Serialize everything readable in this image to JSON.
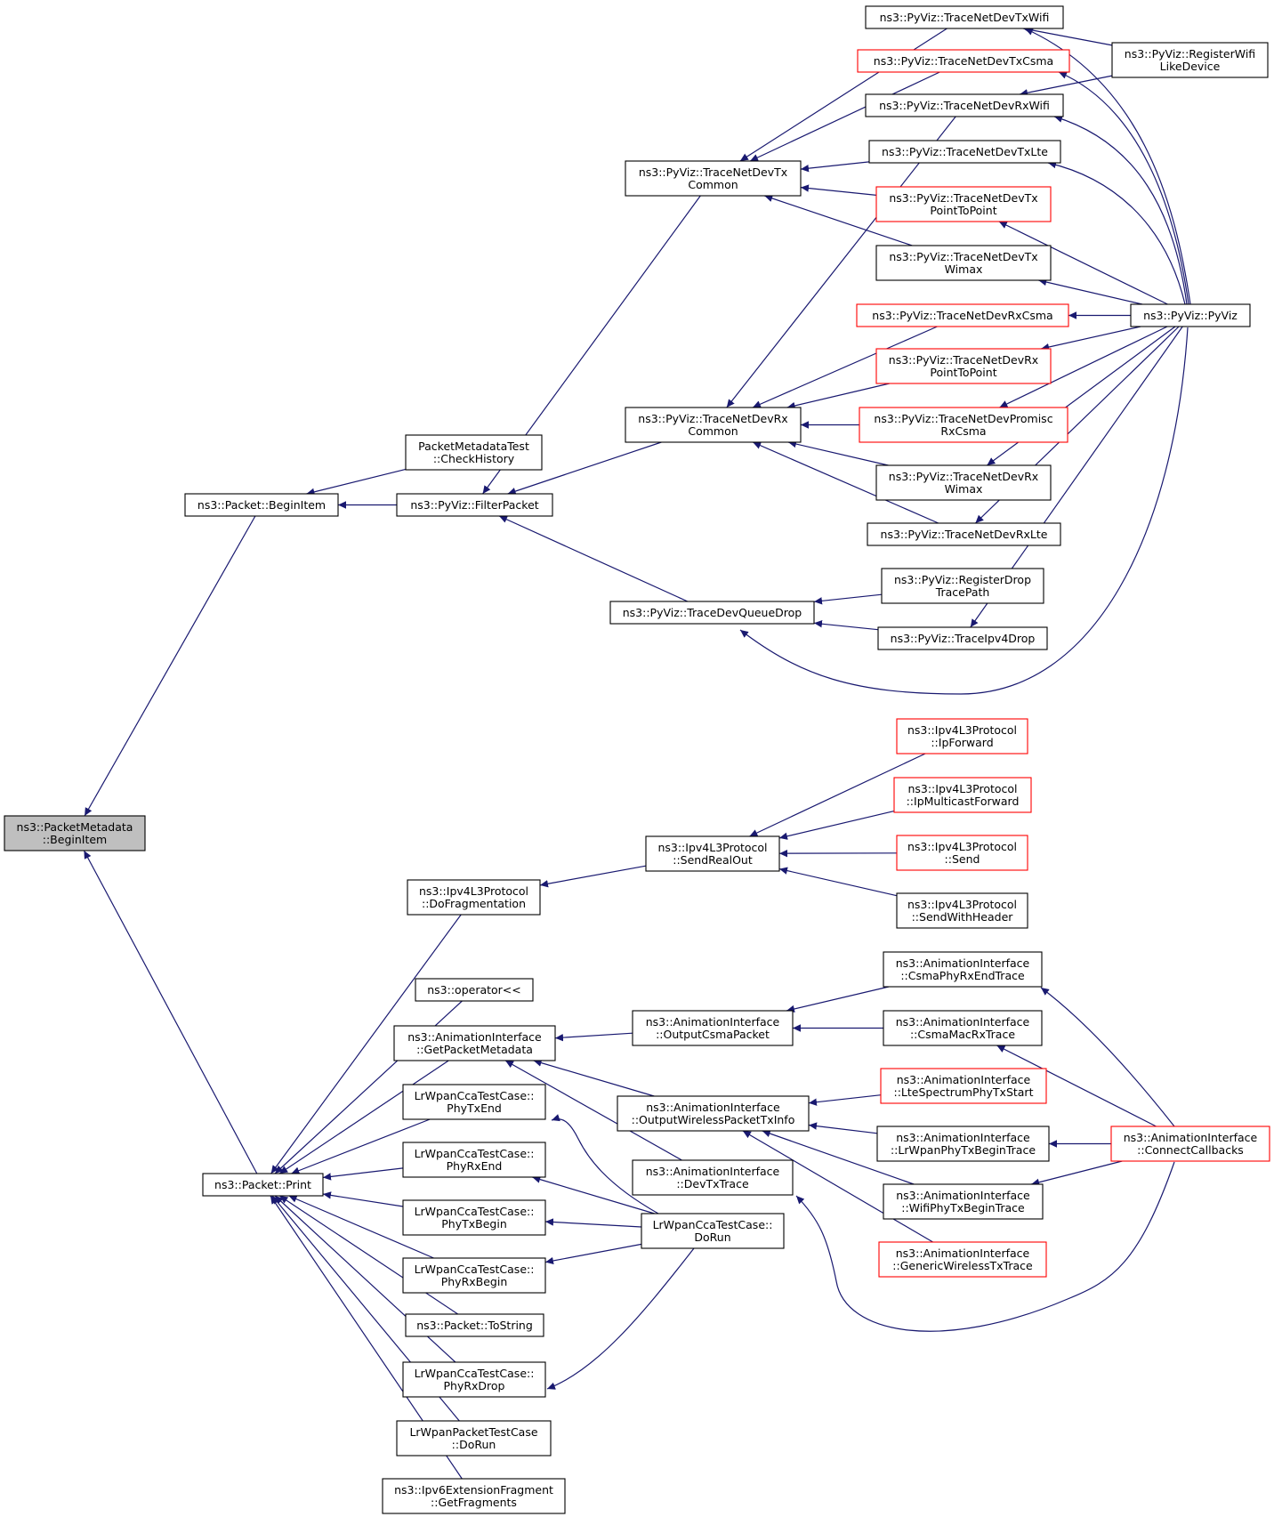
{
  "graph": {
    "title": "",
    "colors": {
      "edge": "#191970",
      "normal_border": "#000000",
      "red_border": "#ff0000",
      "root_fill": "#bfbfbf"
    },
    "nodes": [
      {
        "id": "root",
        "lines": [
          "ns3::PacketMetadata",
          "::BeginItem"
        ],
        "style": "root"
      },
      {
        "id": "beginitem",
        "lines": [
          "ns3::Packet::BeginItem"
        ],
        "style": "normal"
      },
      {
        "id": "print",
        "lines": [
          "ns3::Packet::Print"
        ],
        "style": "normal"
      },
      {
        "id": "checkhistory",
        "lines": [
          "PacketMetadataTest",
          "::CheckHistory"
        ],
        "style": "normal"
      },
      {
        "id": "filterpacket",
        "lines": [
          "ns3::PyViz::FilterPacket"
        ],
        "style": "normal"
      },
      {
        "id": "txcommon",
        "lines": [
          "ns3::PyViz::TraceNetDevTx",
          "Common"
        ],
        "style": "normal"
      },
      {
        "id": "rxcommon",
        "lines": [
          "ns3::PyViz::TraceNetDevRx",
          "Common"
        ],
        "style": "normal"
      },
      {
        "id": "queuedrop",
        "lines": [
          "ns3::PyViz::TraceDevQueueDrop"
        ],
        "style": "normal"
      },
      {
        "id": "txwifi",
        "lines": [
          "ns3::PyViz::TraceNetDevTxWifi"
        ],
        "style": "normal"
      },
      {
        "id": "txcsma",
        "lines": [
          "ns3::PyViz::TraceNetDevTxCsma"
        ],
        "style": "red"
      },
      {
        "id": "rxwifi",
        "lines": [
          "ns3::PyViz::TraceNetDevRxWifi"
        ],
        "style": "normal"
      },
      {
        "id": "txlte",
        "lines": [
          "ns3::PyViz::TraceNetDevTxLte"
        ],
        "style": "normal"
      },
      {
        "id": "txp2p",
        "lines": [
          "ns3::PyViz::TraceNetDevTx",
          "PointToPoint"
        ],
        "style": "red"
      },
      {
        "id": "txwimax",
        "lines": [
          "ns3::PyViz::TraceNetDevTx",
          "Wimax"
        ],
        "style": "normal"
      },
      {
        "id": "rxcsma",
        "lines": [
          "ns3::PyViz::TraceNetDevRxCsma"
        ],
        "style": "red"
      },
      {
        "id": "rxp2p",
        "lines": [
          "ns3::PyViz::TraceNetDevRx",
          "PointToPoint"
        ],
        "style": "red"
      },
      {
        "id": "promisc",
        "lines": [
          "ns3::PyViz::TraceNetDevPromisc",
          "RxCsma"
        ],
        "style": "red"
      },
      {
        "id": "rxwimax",
        "lines": [
          "ns3::PyViz::TraceNetDevRx",
          "Wimax"
        ],
        "style": "normal"
      },
      {
        "id": "rxlte",
        "lines": [
          "ns3::PyViz::TraceNetDevRxLte"
        ],
        "style": "normal"
      },
      {
        "id": "regdrop",
        "lines": [
          "ns3::PyViz::RegisterDrop",
          "TracePath"
        ],
        "style": "normal"
      },
      {
        "id": "ipv4drop",
        "lines": [
          "ns3::PyViz::TraceIpv4Drop"
        ],
        "style": "normal"
      },
      {
        "id": "regwifi",
        "lines": [
          "ns3::PyViz::RegisterWifi",
          "LikeDevice"
        ],
        "style": "normal"
      },
      {
        "id": "pyviz",
        "lines": [
          "ns3::PyViz::PyViz"
        ],
        "style": "normal"
      },
      {
        "id": "ipforward",
        "lines": [
          "ns3::Ipv4L3Protocol",
          "::IpForward"
        ],
        "style": "red"
      },
      {
        "id": "ipmcast",
        "lines": [
          "ns3::Ipv4L3Protocol",
          "::IpMulticastForward"
        ],
        "style": "red"
      },
      {
        "id": "send",
        "lines": [
          "ns3::Ipv4L3Protocol",
          "::Send"
        ],
        "style": "red"
      },
      {
        "id": "sendwh",
        "lines": [
          "ns3::Ipv4L3Protocol",
          "::SendWithHeader"
        ],
        "style": "normal"
      },
      {
        "id": "sendrealout",
        "lines": [
          "ns3::Ipv4L3Protocol",
          "::SendRealOut"
        ],
        "style": "normal"
      },
      {
        "id": "dofrag",
        "lines": [
          "ns3::Ipv4L3Protocol",
          "::DoFragmentation"
        ],
        "style": "normal"
      },
      {
        "id": "operator",
        "lines": [
          "ns3::operator<<"
        ],
        "style": "normal"
      },
      {
        "id": "getpm",
        "lines": [
          "ns3::AnimationInterface",
          "::GetPacketMetadata"
        ],
        "style": "normal"
      },
      {
        "id": "phytxend",
        "lines": [
          "LrWpanCcaTestCase::",
          "PhyTxEnd"
        ],
        "style": "normal"
      },
      {
        "id": "phyrxend",
        "lines": [
          "LrWpanCcaTestCase::",
          "PhyRxEnd"
        ],
        "style": "normal"
      },
      {
        "id": "phytxbegin",
        "lines": [
          "LrWpanCcaTestCase::",
          "PhyTxBegin"
        ],
        "style": "normal"
      },
      {
        "id": "phyrxbegin",
        "lines": [
          "LrWpanCcaTestCase::",
          "PhyRxBegin"
        ],
        "style": "normal"
      },
      {
        "id": "tostring",
        "lines": [
          "ns3::Packet::ToString"
        ],
        "style": "normal"
      },
      {
        "id": "phyrxdrop",
        "lines": [
          "LrWpanCcaTestCase::",
          "PhyRxDrop"
        ],
        "style": "normal"
      },
      {
        "id": "lrpkt",
        "lines": [
          "LrWpanPacketTestCase",
          "::DoRun"
        ],
        "style": "normal"
      },
      {
        "id": "getfrag",
        "lines": [
          "ns3::Ipv6ExtensionFragment",
          "::GetFragments"
        ],
        "style": "normal"
      },
      {
        "id": "ocsma",
        "lines": [
          "ns3::AnimationInterface",
          "::OutputCsmaPacket"
        ],
        "style": "normal"
      },
      {
        "id": "owifi",
        "lines": [
          "ns3::AnimationInterface",
          "::OutputWirelessPacketTxInfo"
        ],
        "style": "normal"
      },
      {
        "id": "devtx",
        "lines": [
          "ns3::AnimationInterface",
          "::DevTxTrace"
        ],
        "style": "normal"
      },
      {
        "id": "ccadorun",
        "lines": [
          "LrWpanCcaTestCase::",
          "DoRun"
        ],
        "style": "normal"
      },
      {
        "id": "csmarxend",
        "lines": [
          "ns3::AnimationInterface",
          "::CsmaPhyRxEndTrace"
        ],
        "style": "normal"
      },
      {
        "id": "csmamac",
        "lines": [
          "ns3::AnimationInterface",
          "::CsmaMacRxTrace"
        ],
        "style": "normal"
      },
      {
        "id": "ltestart",
        "lines": [
          "ns3::AnimationInterface",
          "::LteSpectrumPhyTxStart"
        ],
        "style": "red"
      },
      {
        "id": "lrwpanbegin",
        "lines": [
          "ns3::AnimationInterface",
          "::LrWpanPhyTxBeginTrace"
        ],
        "style": "normal"
      },
      {
        "id": "wifibegin",
        "lines": [
          "ns3::AnimationInterface",
          "::WifiPhyTxBeginTrace"
        ],
        "style": "normal"
      },
      {
        "id": "generic",
        "lines": [
          "ns3::AnimationInterface",
          "::GenericWirelessTxTrace"
        ],
        "style": "red"
      },
      {
        "id": "connect",
        "lines": [
          "ns3::AnimationInterface",
          "::ConnectCallbacks"
        ],
        "style": "red"
      }
    ],
    "edges": [
      [
        "beginitem",
        "root"
      ],
      [
        "print",
        "root"
      ],
      [
        "checkhistory",
        "beginitem"
      ],
      [
        "filterpacket",
        "beginitem"
      ],
      [
        "txcommon",
        "filterpacket"
      ],
      [
        "rxcommon",
        "filterpacket"
      ],
      [
        "queuedrop",
        "filterpacket"
      ],
      [
        "txwifi",
        "txcommon"
      ],
      [
        "txcsma",
        "txcommon"
      ],
      [
        "txlte",
        "txcommon"
      ],
      [
        "txp2p",
        "txcommon"
      ],
      [
        "txwimax",
        "txcommon"
      ],
      [
        "rxwifi",
        "rxcommon"
      ],
      [
        "rxcsma",
        "rxcommon"
      ],
      [
        "rxp2p",
        "rxcommon"
      ],
      [
        "promisc",
        "rxcommon"
      ],
      [
        "rxwimax",
        "rxcommon"
      ],
      [
        "rxlte",
        "rxcommon"
      ],
      [
        "regdrop",
        "queuedrop"
      ],
      [
        "ipv4drop",
        "queuedrop"
      ],
      [
        "pyviz",
        "queuedrop"
      ],
      [
        "regwifi",
        "txwifi"
      ],
      [
        "regwifi",
        "rxwifi"
      ],
      [
        "pyviz",
        "txwifi"
      ],
      [
        "pyviz",
        "txcsma"
      ],
      [
        "pyviz",
        "rxwifi"
      ],
      [
        "pyviz",
        "txlte"
      ],
      [
        "pyviz",
        "txp2p"
      ],
      [
        "pyviz",
        "txwimax"
      ],
      [
        "pyviz",
        "rxcsma"
      ],
      [
        "pyviz",
        "rxp2p"
      ],
      [
        "pyviz",
        "promisc"
      ],
      [
        "pyviz",
        "rxwimax"
      ],
      [
        "pyviz",
        "rxlte"
      ],
      [
        "pyviz",
        "ipv4drop"
      ],
      [
        "dofrag",
        "print"
      ],
      [
        "operator",
        "print"
      ],
      [
        "getpm",
        "print"
      ],
      [
        "phytxend",
        "print"
      ],
      [
        "phyrxend",
        "print"
      ],
      [
        "phytxbegin",
        "print"
      ],
      [
        "phyrxbegin",
        "print"
      ],
      [
        "tostring",
        "print"
      ],
      [
        "phyrxdrop",
        "print"
      ],
      [
        "lrpkt",
        "print"
      ],
      [
        "getfrag",
        "print"
      ],
      [
        "sendrealout",
        "dofrag"
      ],
      [
        "ipforward",
        "sendrealout"
      ],
      [
        "ipmcast",
        "sendrealout"
      ],
      [
        "send",
        "sendrealout"
      ],
      [
        "sendwh",
        "sendrealout"
      ],
      [
        "ocsma",
        "getpm"
      ],
      [
        "owifi",
        "getpm"
      ],
      [
        "devtx",
        "getpm"
      ],
      [
        "ccadorun",
        "phytxend"
      ],
      [
        "ccadorun",
        "phyrxend"
      ],
      [
        "ccadorun",
        "phytxbegin"
      ],
      [
        "ccadorun",
        "phyrxbegin"
      ],
      [
        "ccadorun",
        "phyrxdrop"
      ],
      [
        "csmarxend",
        "ocsma"
      ],
      [
        "csmamac",
        "ocsma"
      ],
      [
        "ltestart",
        "owifi"
      ],
      [
        "lrwpanbegin",
        "owifi"
      ],
      [
        "wifibegin",
        "owifi"
      ],
      [
        "generic",
        "owifi"
      ],
      [
        "connect",
        "csmarxend"
      ],
      [
        "connect",
        "csmamac"
      ],
      [
        "connect",
        "lrwpanbegin"
      ],
      [
        "connect",
        "wifibegin"
      ],
      [
        "connect",
        "devtx"
      ]
    ]
  }
}
